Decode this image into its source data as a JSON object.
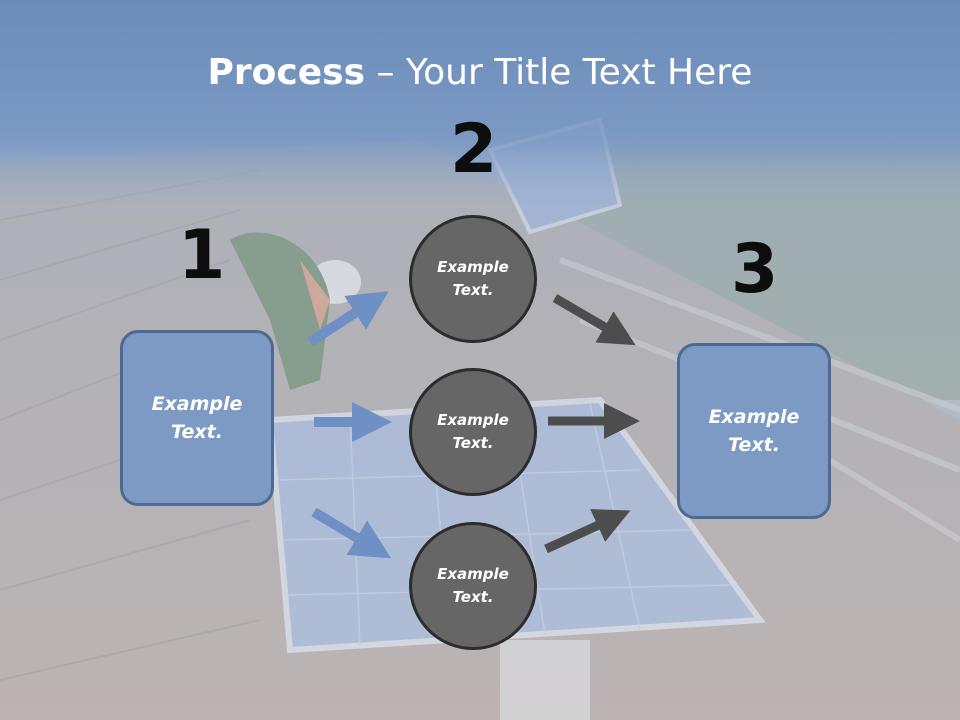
{
  "title": {
    "bold": "Process",
    "rest": " – Your Title Text Here"
  },
  "steps": {
    "one": "1",
    "two": "2",
    "three": "3"
  },
  "left_box": {
    "line1": "Example",
    "line2": "Text."
  },
  "right_box": {
    "line1": "Example",
    "line2": "Text."
  },
  "circles": [
    {
      "line1": "Example",
      "line2": "Text."
    },
    {
      "line1": "Example",
      "line2": "Text."
    },
    {
      "line1": "Example",
      "line2": "Text."
    }
  ],
  "colors": {
    "box_fill": "#7c9ac3",
    "circle_fill": "#666666",
    "arrow_blue": "#6e90c4",
    "arrow_dark": "#4d4d4d"
  },
  "background_image": "rooftop-solar-panel-installation-photo"
}
